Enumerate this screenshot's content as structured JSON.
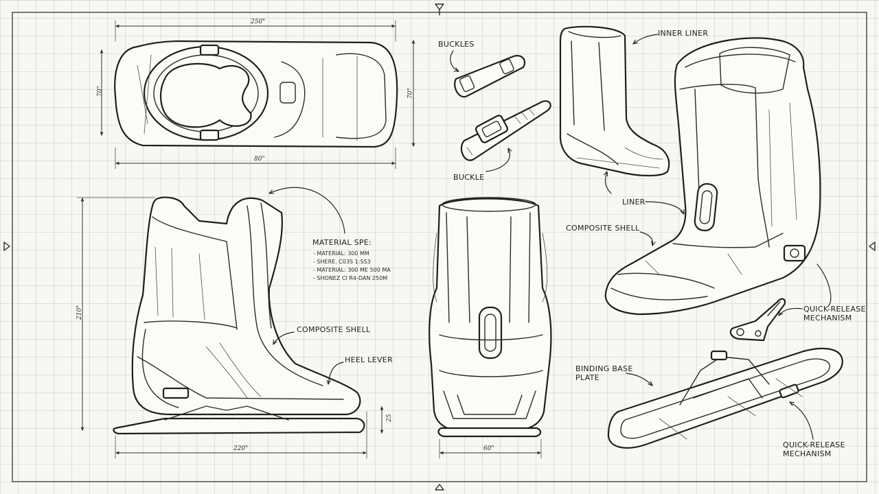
{
  "dimensions": {
    "top_view_length": "250\"",
    "top_view_width_left": "70\"",
    "top_view_width_right": "70\"",
    "top_view_overall": "80\"",
    "side_view_height": "210\"",
    "side_view_length": "220\"",
    "side_view_heel": "25",
    "rear_view_width": "60\""
  },
  "labels": {
    "buckles": "BUCKLES",
    "buckle": "BUCKLE",
    "inner_liner": "INNER LINER",
    "liner": "LINER",
    "composite_shell_right": "COMPOSITE SHELL",
    "composite_shell_left": "COMPOSITE SHELL",
    "heel_lever": "HEEL LEVER",
    "quick_release_top": "QUICK-RELEASE MECHANISM",
    "binding_base_plate": "BINDING BASE PLATE",
    "quick_release_bottom": "QUICK-RELEASE MECHANISM"
  },
  "spec": {
    "title": "MATERIAL SPE:",
    "lines": [
      "- MATERIAL: 300 MM",
      "- SHERE. C03S 1:SS3",
      "- MATERIAL: 300 ME 500 MA",
      "- SHONEZ CI R4-DAN 250M"
    ]
  }
}
